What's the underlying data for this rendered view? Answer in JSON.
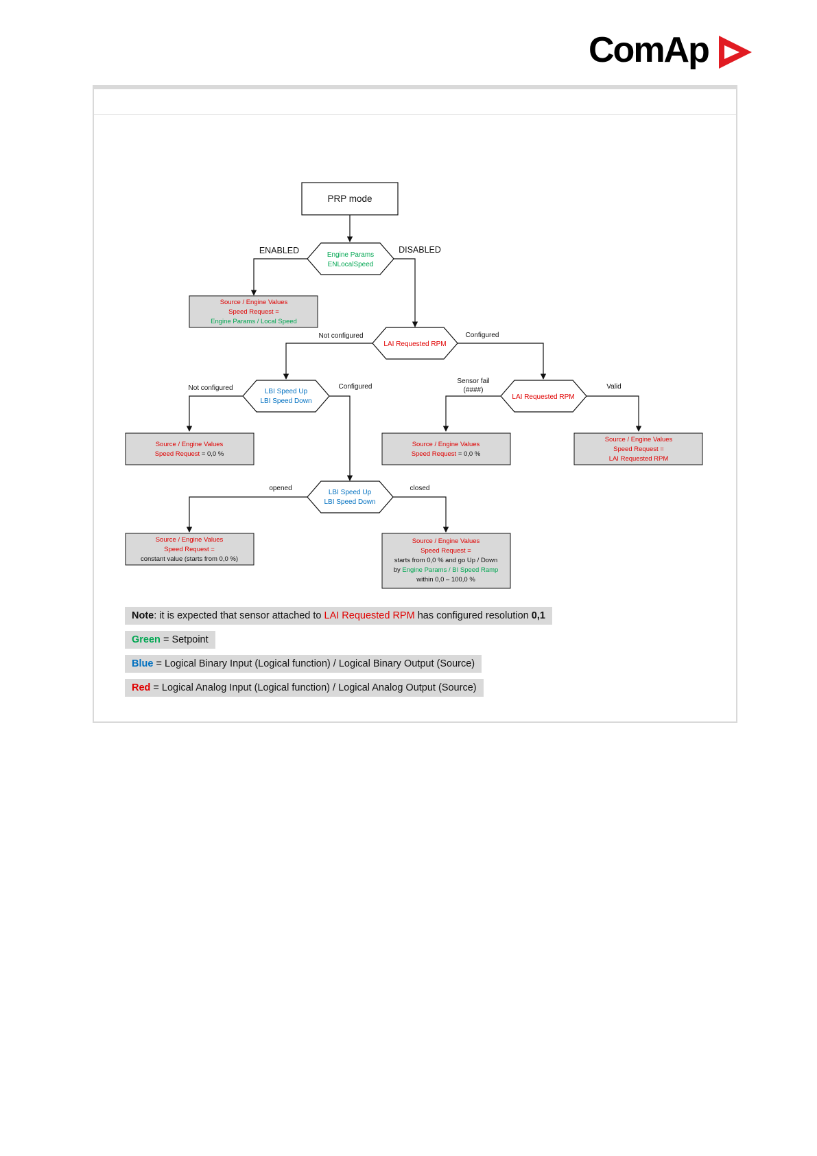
{
  "brand": {
    "name": "ComAp",
    "mark_color": "#e11b22"
  },
  "colors": {
    "green": "#00a651",
    "blue": "#0070c0",
    "red": "#e00000",
    "box_fill": "#d9d9d9"
  },
  "flow": {
    "start": "PRP mode",
    "d1": {
      "l1": "Engine Params",
      "l2": "ENLocalSpeed",
      "left": "ENABLED",
      "right": "DISABLED"
    },
    "b1": {
      "l1": "Source / Engine Values",
      "l2": "Speed Request =",
      "l3": "Engine Params / Local Speed"
    },
    "d2": {
      "l1": "LAI Requested RPM",
      "left": "Not configured",
      "right": "Configured"
    },
    "d3": {
      "l1": "LBI Speed Up",
      "l2": "LBI Speed Down",
      "left": "Not configured",
      "right": "Configured"
    },
    "d4": {
      "l1": "LAI Requested RPM",
      "left_a": "Sensor fail",
      "left_b": "(####)",
      "right": "Valid"
    },
    "b2": {
      "l1": "Source / Engine Values",
      "l2a": "Speed Request",
      "l2b": " = 0,0 %"
    },
    "b3": {
      "l1": "Source / Engine Values",
      "l2a": "Speed Request",
      "l2b": " = 0,0 %"
    },
    "b4": {
      "l1": "Source / Engine Values",
      "l2": "Speed Request =",
      "l3": "LAI Requested RPM"
    },
    "d5": {
      "l1": "LBI Speed Up",
      "l2": "LBI Speed Down",
      "left": "opened",
      "right": "closed"
    },
    "b5": {
      "l1": "Source / Engine Values",
      "l2": "Speed Request =",
      "l3": "constant value (starts from 0,0 %)"
    },
    "b6": {
      "l1": "Source / Engine Values",
      "l2": "Speed Request =",
      "l3": "starts from 0,0 % and go Up / Down",
      "l4a": "by ",
      "l4b": "Engine Params / BI Speed Ramp",
      "l5": "within 0,0 – 100,0 %"
    }
  },
  "legend": {
    "note": {
      "label": "Note",
      "t1": ": it is expected that sensor attached to ",
      "t2": "LAI Requested RPM",
      "t3": " has configured resolution ",
      "t4": "0,1"
    },
    "green": {
      "word": "Green",
      "text": " = Setpoint"
    },
    "blue": {
      "word": "Blue",
      "text": " = Logical Binary Input (Logical function) / Logical Binary Output (Source)"
    },
    "red": {
      "word": "Red",
      "text": " = Logical Analog Input (Logical function) / Logical Analog Output (Source)"
    }
  }
}
